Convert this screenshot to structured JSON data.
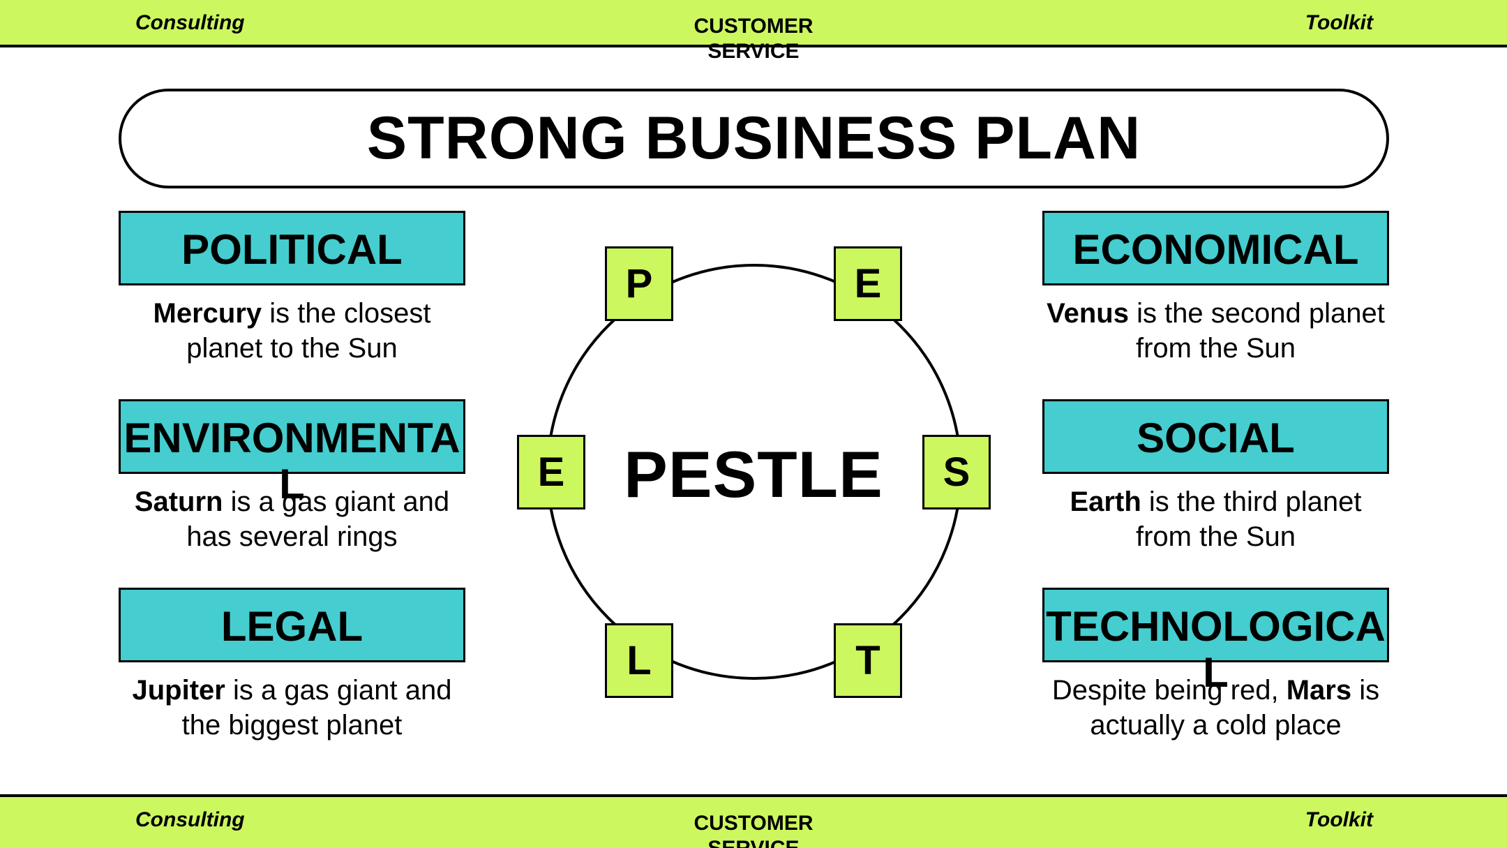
{
  "header": {
    "left": "Consulting",
    "center": "CUSTOMER SERVICE",
    "right": "Toolkit"
  },
  "footer": {
    "left": "Consulting",
    "center": "CUSTOMER SERVICE",
    "right": "Toolkit"
  },
  "title": "STRONG BUSINESS PLAN",
  "center_label": "PESTLE",
  "letters": {
    "p": "P",
    "e_top": "E",
    "e_left": "E",
    "s": "S",
    "l": "L",
    "t": "T"
  },
  "factors": {
    "political": {
      "label": "POLITICAL",
      "desc_bold": "Mercury",
      "desc_rest": " is the closest planet to the Sun"
    },
    "environmental": {
      "label": "ENVIRONMENTAL",
      "desc_bold": "Saturn",
      "desc_rest": " is a gas giant and has several rings"
    },
    "legal": {
      "label": "LEGAL",
      "desc_bold": "Jupiter",
      "desc_rest": " is a gas giant and the biggest planet"
    },
    "economical": {
      "label": "ECONOMICAL",
      "desc_bold": "Venus",
      "desc_rest": " is the second planet from the Sun"
    },
    "social": {
      "label": "SOCIAL",
      "desc_bold": "Earth",
      "desc_rest": " is the third planet from the Sun"
    },
    "technological": {
      "label": "TECHNOLOGICAL",
      "desc_pre": "Despite being red, ",
      "desc_bold": "Mars",
      "desc_rest": " is actually a cold place"
    }
  },
  "colors": {
    "accent_green": "#ccf75f",
    "accent_teal": "#45cdcf",
    "outline": "#000000"
  }
}
